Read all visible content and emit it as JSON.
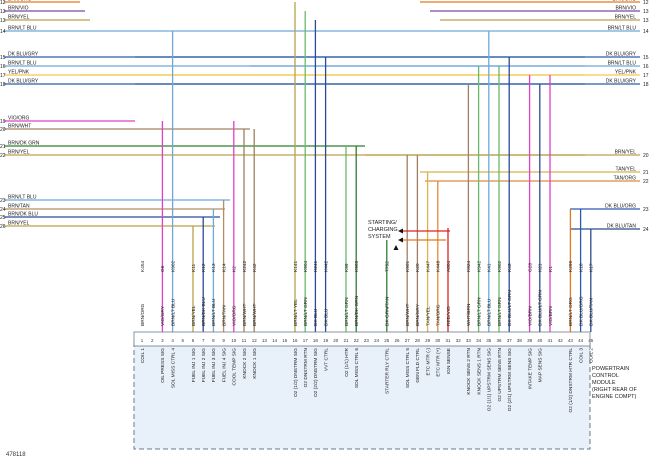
{
  "diagram": {
    "figure_id": "478118",
    "module_label": [
      "POWERTRAIN",
      "CONTROL",
      "MODULE",
      "(RIGHT REAR OF",
      "ENGINE COMPT)"
    ],
    "starting_label": [
      "STARTING/",
      "CHARGING",
      "SYSTEM"
    ],
    "colors": {
      "BRN/VIO": "#7a4aa0",
      "BRN/YEL": "#b8a24a",
      "BRN/LT BLU": "#6fa8d8",
      "DK BLU/GRY": "#2e5ea8",
      "YEL/PNK": "#f2c94c",
      "VIO/ORG": "#e040c8",
      "BRN/WHT": "#a08060",
      "BRN/DK GRN": "#2e7d32",
      "TAN/YEL": "#d8b44a",
      "TAN/ORG": "#e08a3a",
      "BRN/TAN": "#b48e62",
      "BRN/DK BLU": "#2a4a9a",
      "DK BLU/ORG": "#2a5ab0",
      "DK BLU/TAN": "#2a4a8a",
      "LT GRN": "#66bb6a",
      "MAGENTA": "#e91ecf",
      "ORANGE": "#e07a20",
      "RED": "#e02020"
    },
    "left_wires": [
      {
        "num": "12",
        "label": "BRN/ORG",
        "color": "#e07a20"
      },
      {
        "num": "13",
        "label": "BRN/VIO",
        "color": "#7a4aa0"
      },
      {
        "num": "13",
        "label": "BRN/YEL",
        "color": "#b8a24a"
      },
      {
        "num": "14",
        "label": "BRN/LT BLU",
        "color": "#6fa8d8"
      },
      {
        "num": "15",
        "label": "DK BLU/GRY",
        "color": "#2e5ea8"
      },
      {
        "num": "16",
        "label": "BRN/LT BLU",
        "color": "#6fa8d8"
      },
      {
        "num": "17",
        "label": "YEL/PNK",
        "color": "#f2c94c"
      },
      {
        "num": "18",
        "label": "DK BLU/GRY",
        "color": "#2e5ea8"
      },
      {
        "num": "19",
        "label": "VIO/ORG",
        "color": "#e040c8"
      },
      {
        "num": "20",
        "label": "BRN/WHT",
        "color": "#a08060"
      },
      {
        "num": "21",
        "label": "BRN/DK GRN",
        "color": "#2e7d32"
      },
      {
        "num": "22",
        "label": "BRN/YEL",
        "color": "#b8a24a"
      },
      {
        "num": "23",
        "label": "BRN/LT BLU",
        "color": "#6fa8d8"
      },
      {
        "num": "24",
        "label": "BRN/TAN",
        "color": "#b48e62"
      },
      {
        "num": "25",
        "label": "BRN/DK BLU",
        "color": "#2a4a9a"
      },
      {
        "num": "26",
        "label": "BRN/YEL",
        "color": "#b8a24a"
      }
    ],
    "right_wires": [
      {
        "num": "12",
        "label": "BRN/ORG",
        "color": "#e07a20"
      },
      {
        "num": "13",
        "label": "BRN/VIO",
        "color": "#7a4aa0"
      },
      {
        "num": "13",
        "label": "BRN/YEL",
        "color": "#b8a24a"
      },
      {
        "num": "14",
        "label": "BRN/LT BLU",
        "color": "#6fa8d8"
      },
      {
        "num": "15",
        "label": "DK BLU/GRY",
        "color": "#2e5ea8"
      },
      {
        "num": "16",
        "label": "BRN/LT BLU",
        "color": "#6fa8d8"
      },
      {
        "num": "17",
        "label": "YEL/PNK",
        "color": "#f2c94c"
      },
      {
        "num": "18",
        "label": "DK BLU/GRY",
        "color": "#2e5ea8"
      },
      {
        "num": "20",
        "label": "BRN/YEL",
        "color": "#b8a24a"
      },
      {
        "num": "21",
        "label": "TAN/YEL",
        "color": "#d8b44a"
      },
      {
        "num": "22",
        "label": "TAN/ORG",
        "color": "#e08a3a"
      },
      {
        "num": "23",
        "label": "DK BLU/ORG",
        "color": "#2a5ab0"
      },
      {
        "num": "24",
        "label": "DK BLU/TAN",
        "color": "#2a4a8a"
      }
    ],
    "pins": [
      {
        "pin": "1",
        "circuit": "K454",
        "wire": "BRN/ORG",
        "func": "COIL 1",
        "color": "#e07a20"
      },
      {
        "pin": "2",
        "circuit": "",
        "wire": "",
        "func": "",
        "color": "#999999"
      },
      {
        "pin": "3",
        "circuit": "G6",
        "wire": "VIO/GRY",
        "func": "OIL PRESS SIG",
        "color": "#e040c8"
      },
      {
        "pin": "4",
        "circuit": "K902",
        "wire": "BRN/LT BLU",
        "func": "SOL MISS CTRL 4",
        "color": "#6fa8d8"
      },
      {
        "pin": "5",
        "circuit": "",
        "wire": "",
        "func": "",
        "color": "#999999"
      },
      {
        "pin": "6",
        "circuit": "K11",
        "wire": "BRN/YEL",
        "func": "FUEL INJ 1 SIG",
        "color": "#b8a24a"
      },
      {
        "pin": "7",
        "circuit": "K12",
        "wire": "BRN/DK BLU",
        "func": "FUEL INJ 2 SIG",
        "color": "#2a4a9a"
      },
      {
        "pin": "8",
        "circuit": "K13",
        "wire": "BRN/LT BLU",
        "func": "FUEL INJ 3 SIG",
        "color": "#6fa8d8"
      },
      {
        "pin": "9",
        "circuit": "K14",
        "wire": "BRN/TAN",
        "func": "FUEL INJ 4 SIG",
        "color": "#b48e62"
      },
      {
        "pin": "10",
        "circuit": "K2",
        "wire": "VIO/ORG",
        "func": "COOL TEMP SIG",
        "color": "#e040c8"
      },
      {
        "pin": "11",
        "circuit": "K242",
        "wire": "BRN/WHT",
        "func": "KNOCK 2 SIG",
        "color": "#a08060"
      },
      {
        "pin": "12",
        "circuit": "K42",
        "wire": "BRN/WHT",
        "func": "KNOCK 1 SIG",
        "color": "#a08060"
      },
      {
        "pin": "13",
        "circuit": "",
        "wire": "",
        "func": "",
        "color": "#999999"
      },
      {
        "pin": "14",
        "circuit": "",
        "wire": "",
        "func": "",
        "color": "#999999"
      },
      {
        "pin": "15",
        "circuit": "",
        "wire": "",
        "func": "",
        "color": "#999999"
      },
      {
        "pin": "16",
        "circuit": "K141",
        "wire": "BRN/LT YEL",
        "func": "O2 (1/2) DNSTRM SIG",
        "color": "#b8a24a"
      },
      {
        "pin": "17",
        "circuit": "K904",
        "wire": "BRN/LT GRN",
        "func": "O2 DNSTRM RTN",
        "color": "#66bb6a"
      },
      {
        "pin": "18",
        "circuit": "K241",
        "wire": "DK BLU",
        "func": "O2 (2/2) DNSTRM SIG",
        "color": "#2a4a9a"
      },
      {
        "pin": "19",
        "circuit": "K442",
        "wire": "DK BLU",
        "func": "VVT CTRL",
        "color": "#2a4a9a"
      },
      {
        "pin": "20",
        "circuit": "",
        "wire": "",
        "func": "",
        "color": "#999999"
      },
      {
        "pin": "21",
        "circuit": "K99",
        "wire": "BRN/LT GRN",
        "func": "O2 (1/1) HTR",
        "color": "#66bb6a"
      },
      {
        "pin": "22",
        "circuit": "K903",
        "wire": "BRN/DK GRN",
        "func": "SOL MISS CTRL 6",
        "color": "#2e7d32"
      },
      {
        "pin": "23",
        "circuit": "",
        "wire": "",
        "func": "",
        "color": "#999999"
      },
      {
        "pin": "24",
        "circuit": "",
        "wire": "",
        "func": "",
        "color": "#999999"
      },
      {
        "pin": "25",
        "circuit": "T752",
        "wire": "DK GRN/TAN",
        "func": "STARTER RLY CTRL",
        "color": "#2e7d32"
      },
      {
        "pin": "26",
        "circuit": "",
        "wire": "",
        "func": "",
        "color": "#999999"
      },
      {
        "pin": "27",
        "circuit": "K901",
        "wire": "BRN/WHT",
        "func": "SOL MISS CTRL 5",
        "color": "#a08060"
      },
      {
        "pin": "28",
        "circuit": "K20",
        "wire": "BRN/GRY",
        "func": "GEN FLD CTRL",
        "color": "#a08060"
      },
      {
        "pin": "29",
        "circuit": "K447",
        "wire": "TAN/YEL",
        "func": "ETC MTR (-)",
        "color": "#d8b44a"
      },
      {
        "pin": "30",
        "circuit": "K448",
        "wire": "TAN/ORG",
        "func": "ETC MTR (+)",
        "color": "#e08a3a"
      },
      {
        "pin": "31",
        "circuit": "A804",
        "wire": "RED/VIO",
        "func": "IGN SENSE",
        "color": "#e02020"
      },
      {
        "pin": "32",
        "circuit": "",
        "wire": "",
        "func": "",
        "color": "#999999"
      },
      {
        "pin": "33",
        "circuit": "K924",
        "wire": "WHT/BRN",
        "func": "KNOCK SENS 2 RTN",
        "color": "#a08060"
      },
      {
        "pin": "34",
        "circuit": "K942",
        "wire": "BRN/LT GRN",
        "func": "KNOCK SENS 1 RTN",
        "color": "#66bb6a"
      },
      {
        "pin": "35",
        "circuit": "K41",
        "wire": "BRN/LT BLU",
        "func": "O2 (1/1) UPSTRM SENS SIG",
        "color": "#6fa8d8"
      },
      {
        "pin": "36",
        "circuit": "K902",
        "wire": "BRN/LT GRN",
        "func": "O2 UPSTRM SENS RTN",
        "color": "#66bb6a"
      },
      {
        "pin": "37",
        "circuit": "K43",
        "wire": "DK BLU/LT GRN",
        "func": "O2 (2/1) UPSTRM SENS SIG",
        "color": "#2a4a9a"
      },
      {
        "pin": "38",
        "circuit": "",
        "wire": "",
        "func": "",
        "color": "#999999"
      },
      {
        "pin": "39",
        "circuit": "G28",
        "wire": "VIO/BRN",
        "func": "INTAKE TEMP SIG",
        "color": "#e040c8"
      },
      {
        "pin": "40",
        "circuit": "K21",
        "wire": "DK BLU/LT GRN",
        "func": "MAP SENS SIG",
        "color": "#2a4a9a"
      },
      {
        "pin": "41",
        "circuit": "K1",
        "wire": "VIO/BRN",
        "func": "",
        "color": "#e040c8"
      },
      {
        "pin": "42",
        "circuit": "",
        "wire": "",
        "func": "",
        "color": "#999999"
      },
      {
        "pin": "43",
        "circuit": "K299",
        "wire": "BRN/LT ORG",
        "func": "O2 (1/2) DNSTRM HTR CTRL",
        "color": "#e07a20"
      },
      {
        "pin": "44",
        "circuit": "K18",
        "wire": "DK BLU/ORG",
        "func": "COIL 3",
        "color": "#2a5ab0"
      },
      {
        "pin": "45",
        "circuit": "K17",
        "wire": "DK BLU/TAN",
        "func": "COIL 2",
        "color": "#2a4a8a"
      }
    ]
  }
}
